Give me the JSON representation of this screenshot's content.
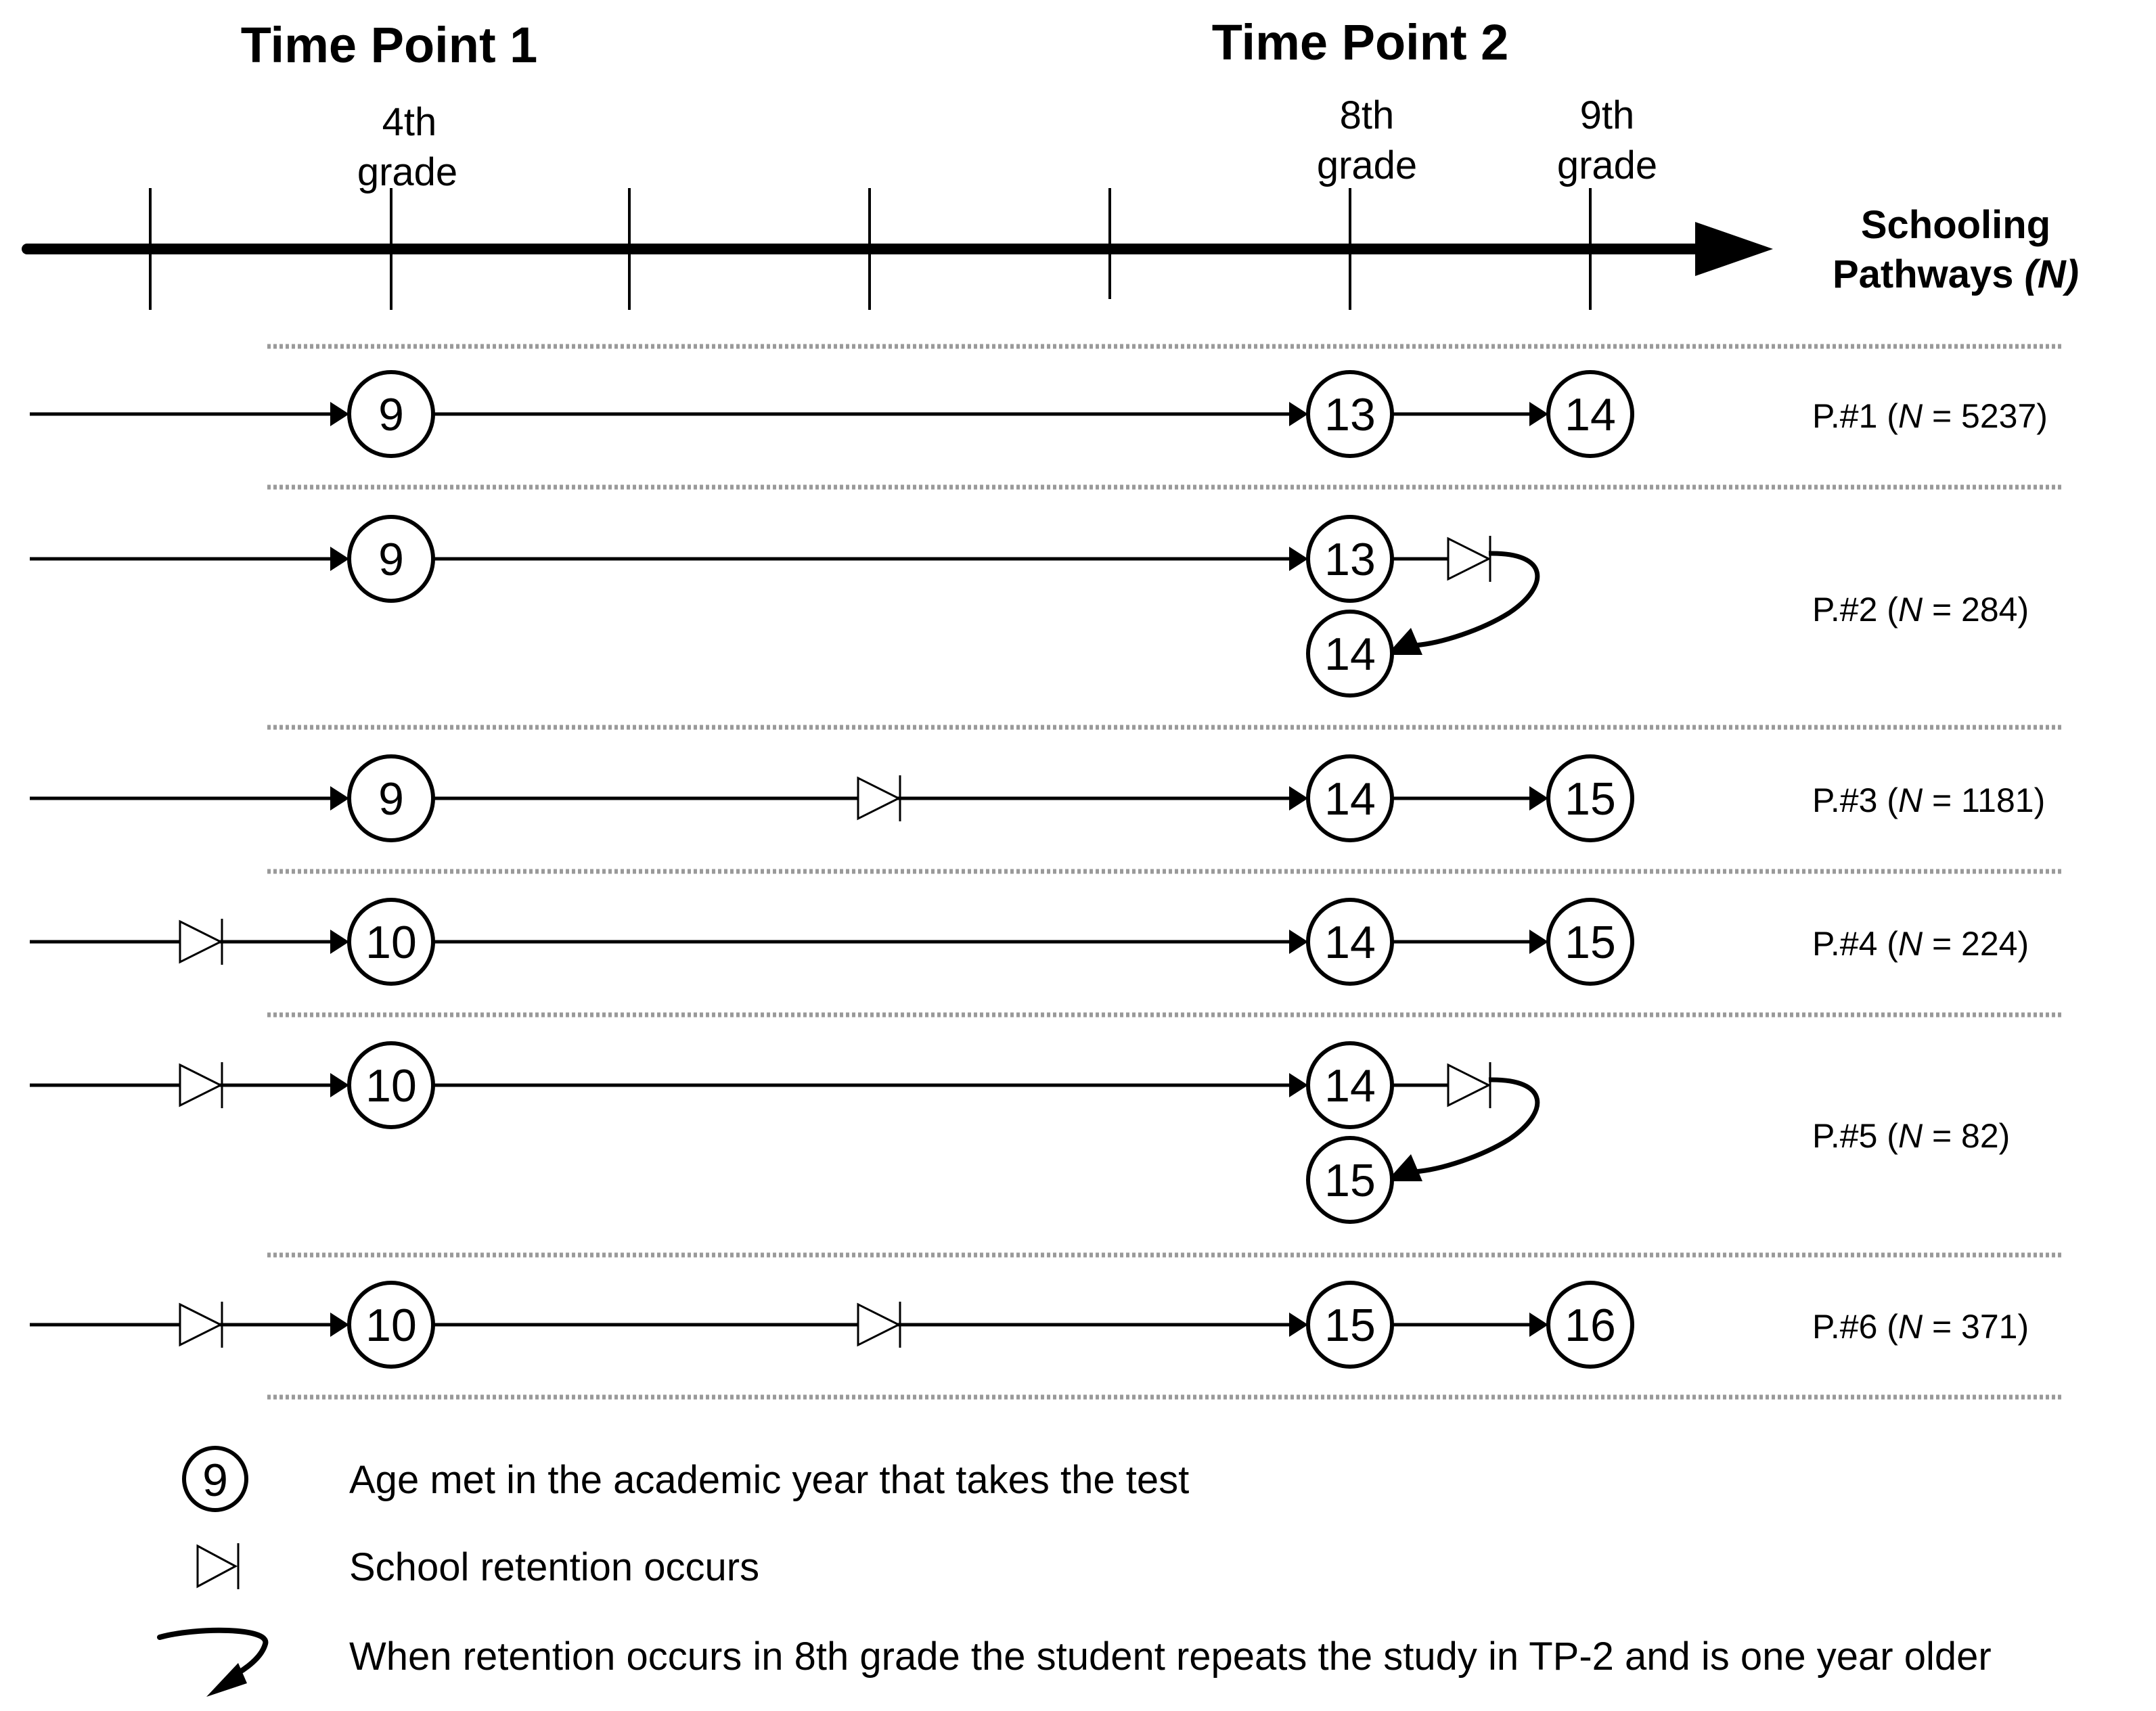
{
  "header": {
    "time_point_1": "Time Point 1",
    "time_point_2": "Time Point 2",
    "pathways_line1": "Schooling",
    "pathways_line2": "Pathways",
    "pathways_n": "(N)"
  },
  "timeline": {
    "grade_labels": [
      {
        "line1": "4th",
        "line2": "grade"
      },
      {
        "line1": "8th",
        "line2": "grade"
      },
      {
        "line1": "9th",
        "line2": "grade"
      }
    ]
  },
  "pathways": [
    {
      "label": "P.#1 (",
      "n_symbol": "N",
      "n_value": " = 5237)",
      "ages": [
        "9",
        "13",
        "14"
      ]
    },
    {
      "label": "P.#2 (",
      "n_symbol": "N",
      "n_value": " = 284)",
      "ages": [
        "9",
        "13",
        "14"
      ]
    },
    {
      "label": "P.#3 (",
      "n_symbol": "N",
      "n_value": " = 1181)",
      "ages": [
        "9",
        "14",
        "15"
      ]
    },
    {
      "label": "P.#4 (",
      "n_symbol": "N",
      "n_value": " = 224)",
      "ages": [
        "10",
        "14",
        "15"
      ]
    },
    {
      "label": "P.#5 (",
      "n_symbol": "N",
      "n_value": " = 82)",
      "ages": [
        "10",
        "14",
        "15"
      ]
    },
    {
      "label": "P.#6 (",
      "n_symbol": "N",
      "n_value": " = 371)",
      "ages": [
        "10",
        "15",
        "16"
      ]
    }
  ],
  "legend": {
    "age_symbol": "9",
    "age_text": "Age met in the academic year that takes the test",
    "retention_text": "School retention occurs",
    "repeat_text": "When retention occurs in 8th grade the student repeats the study in TP-2 and is one year older"
  }
}
